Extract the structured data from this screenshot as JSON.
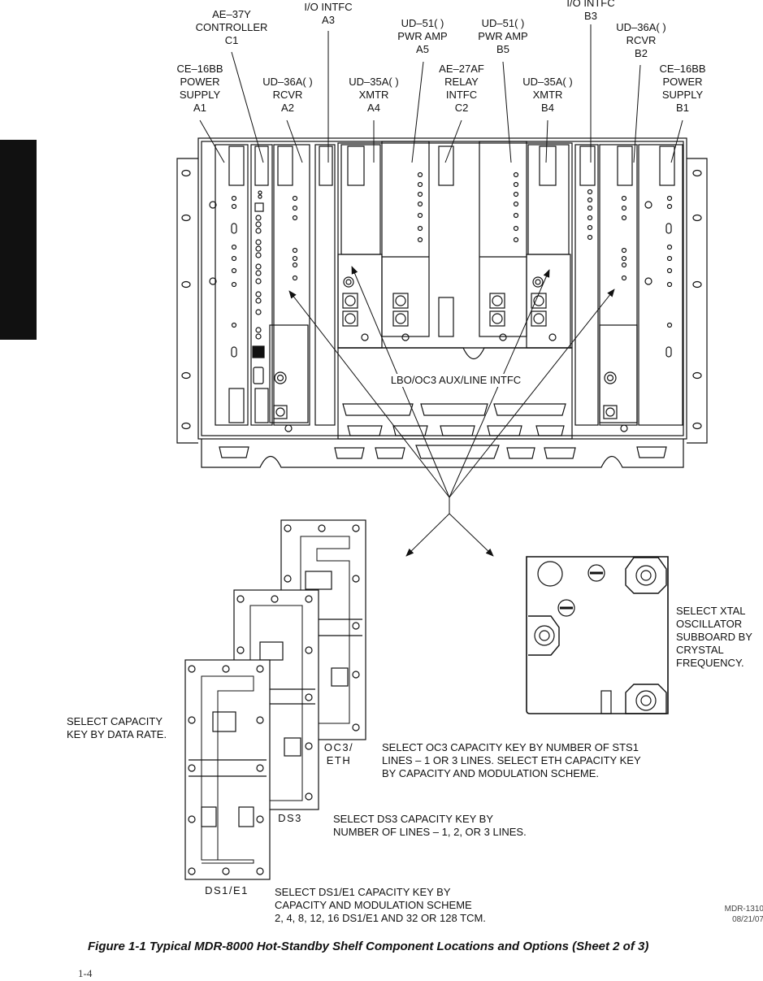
{
  "labels": {
    "ae37y": [
      "AE–37Y",
      "CONTROLLER",
      "C1"
    ],
    "io_a3": [
      "I/O INTFC",
      "A3"
    ],
    "ud51_a5": [
      "UD–51( )",
      "PWR AMP",
      "A5"
    ],
    "ud51_b5": [
      "UD–51( )",
      "PWR AMP",
      "B5"
    ],
    "io_b3": [
      "I/O INTFC",
      "B3"
    ],
    "ud36_b2": [
      "UD–36A( )",
      "RCVR",
      "B2"
    ],
    "ce16_a1": [
      "CE–16BB",
      "POWER",
      "SUPPLY",
      "A1"
    ],
    "ud36_a2": [
      "UD–36A( )",
      "RCVR",
      "A2"
    ],
    "ud35_a4": [
      "UD–35A( )",
      "XMTR",
      "A4"
    ],
    "ae27_c2": [
      "AE–27AF",
      "RELAY",
      "INTFC",
      "C2"
    ],
    "ud35_b4": [
      "UD–35A( )",
      "XMTR",
      "B4"
    ],
    "ce16_b1": [
      "CE–16BB",
      "POWER",
      "SUPPLY",
      "B1"
    ],
    "lbo": "LBO/OC3 AUX/LINE INTFC"
  },
  "notes": {
    "xtal": [
      "SELECT XTAL",
      "OSCILLATOR",
      "SUBBOARD BY",
      "CRYSTAL",
      "FREQUENCY."
    ],
    "capacity": [
      "SELECT CAPACITY",
      "KEY BY DATA RATE."
    ],
    "oc3": [
      "SELECT OC3 CAPACITY KEY BY NUMBER OF STS1",
      "LINES – 1 OR 3 LINES. SELECT ETH CAPACITY KEY",
      "BY CAPACITY AND MODULATION SCHEME."
    ],
    "ds3": [
      "SELECT DS3 CAPACITY KEY BY",
      "NUMBER OF LINES – 1, 2, OR 3 LINES."
    ],
    "ds1": [
      "SELECT DS1/E1 CAPACITY KEY BY",
      "CAPACITY AND  MODULATION SCHEME",
      "2, 4, 8, 12, 16 DS1/E1 AND 32 OR 128 TCM."
    ]
  },
  "keys": {
    "oc3": [
      "OC3/",
      "ETH"
    ],
    "ds3": "DS3",
    "ds1": "DS1/E1"
  },
  "drawing_id": [
    "MDR-1310",
    "08/21/07"
  ],
  "caption": "Figure 1-1  Typical MDR-8000 Hot-Standby Shelf Component Locations and Options  (Sheet 2 of 3)",
  "page_number": "1-4"
}
